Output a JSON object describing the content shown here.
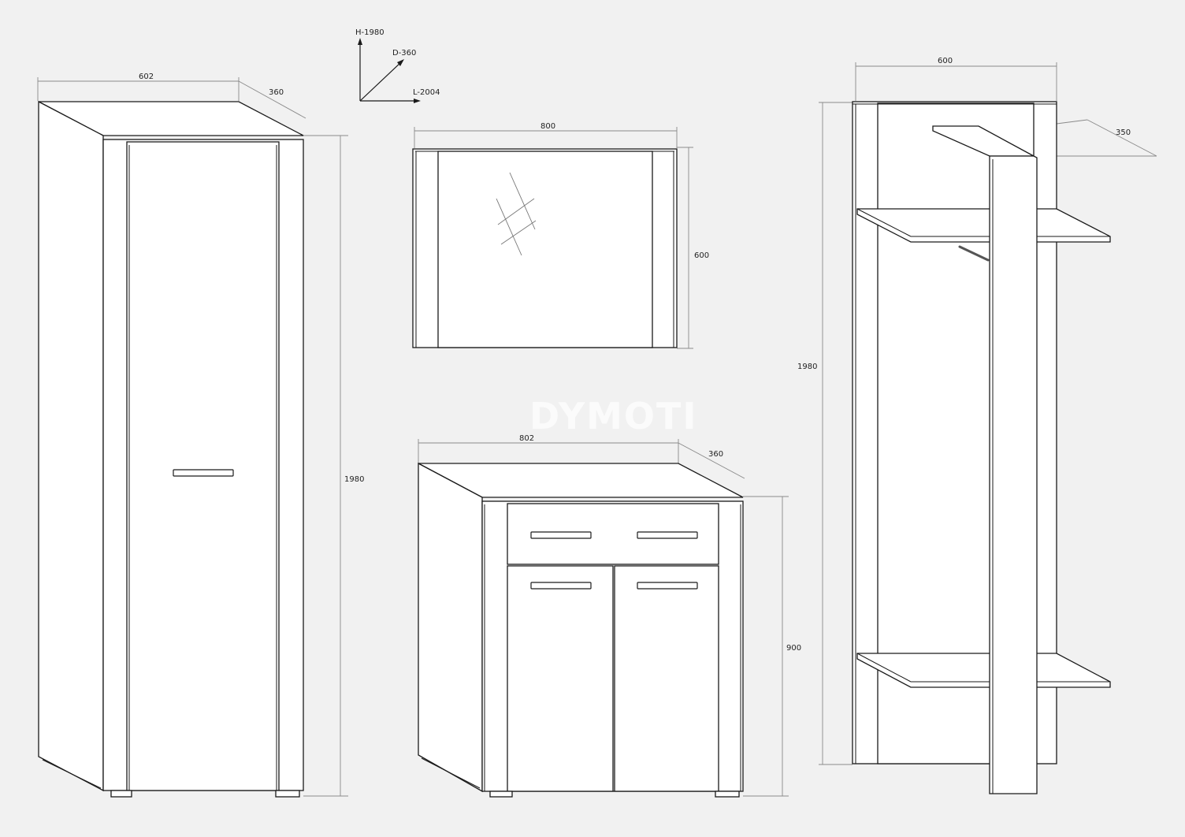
{
  "axes": {
    "height_label": "H-1980",
    "depth_label": "D-360",
    "length_label": "L-2004"
  },
  "wardrobe": {
    "width_label": "602",
    "depth_label": "360",
    "height_label": "1980"
  },
  "mirror": {
    "width_label": "800",
    "height_label": "600"
  },
  "dresser": {
    "width_label": "802",
    "depth_label": "360",
    "height_label": "900"
  },
  "hanger": {
    "width_label": "600",
    "depth_label": "350",
    "height_label": "1980"
  },
  "watermark": "DYMOTI",
  "colors": {
    "background": "#f1f1f1",
    "line": "#1a1a1a",
    "dimension_line": "#8a8a8a"
  }
}
